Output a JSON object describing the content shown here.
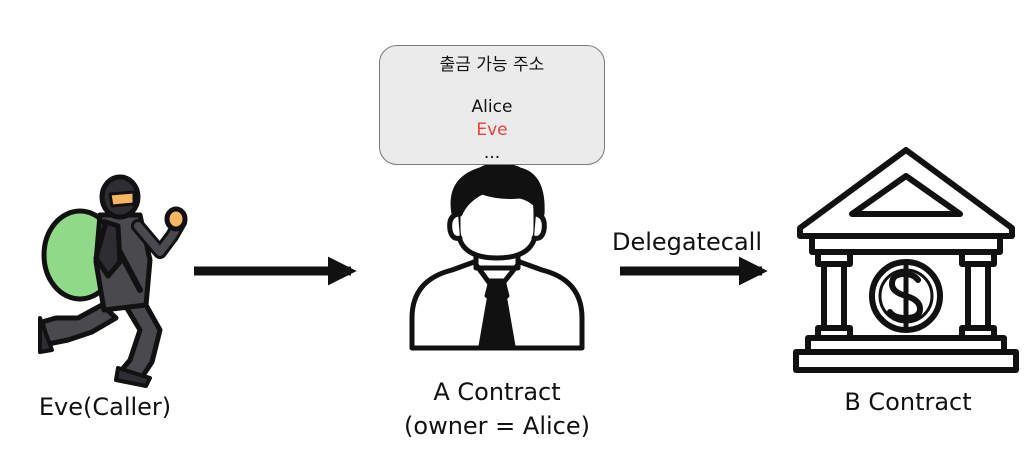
{
  "colors": {
    "highlight": "#e8403a",
    "box_fill": "#ebebeb",
    "box_border": "#7a7a7a",
    "outline": "#111111",
    "bag_green": "#8fd989",
    "thief_body": "#4a4a4e",
    "thief_dark": "#2e2e32",
    "skin": "#f7b561",
    "person_skin": "#ffffff",
    "bank_fill": "#ffffff"
  },
  "icons": {
    "caller": "thief-with-sack-icon",
    "contract_a": "businessman-icon",
    "contract_b": "bank-building-icon",
    "currency": "dollar-coin-icon"
  },
  "whitelist": {
    "title": "출금 가능 주소",
    "entries": [
      {
        "text": "Alice",
        "highlight": false
      },
      {
        "text": "Eve",
        "highlight": true
      },
      {
        "text": "...",
        "highlight": false
      }
    ]
  },
  "nodes": {
    "caller": {
      "label": "Eve(Caller)"
    },
    "contract_a": {
      "label_line1": "A Contract",
      "label_line2": "(owner = Alice)"
    },
    "contract_b": {
      "label": "B Contract"
    }
  },
  "edges": {
    "call_to_a": {
      "label": ""
    },
    "a_to_b": {
      "label": "Delegatecall"
    }
  }
}
